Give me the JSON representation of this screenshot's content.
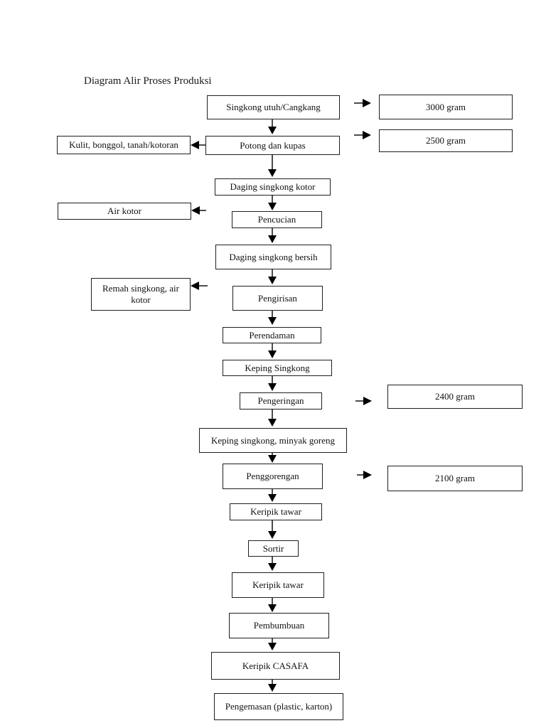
{
  "page": {
    "background": "#ffffff",
    "box_border_color": "#1f1f1f",
    "text_color": "#111111",
    "arrow_color": "#000000"
  },
  "diagram": {
    "title": "Diagram Alir Proses Produksi",
    "process_nodes": [
      {
        "id": "singkong-utuh",
        "label": "Singkong utuh/Cangkang"
      },
      {
        "id": "potong-dan-kupas",
        "label": "Potong dan kupas"
      },
      {
        "id": "daging-singkong-kotor",
        "label": "Daging singkong kotor"
      },
      {
        "id": "pencucian",
        "label": "Pencucian"
      },
      {
        "id": "daging-singkong-bersih",
        "label": "Daging singkong bersih"
      },
      {
        "id": "pengirisan",
        "label": "Pengirisan"
      },
      {
        "id": "perendaman",
        "label": "Perendaman"
      },
      {
        "id": "keping-singkong",
        "label": "Keping Singkong"
      },
      {
        "id": "pengeringan",
        "label": "Pengeringan"
      },
      {
        "id": "keping-singkong-minyak-goreng",
        "label": "Keping singkong, minyak goreng"
      },
      {
        "id": "penggorengan",
        "label": "Penggorengan"
      },
      {
        "id": "keripik-tawar-1",
        "label": "Keripik tawar"
      },
      {
        "id": "sortir",
        "label": "Sortir"
      },
      {
        "id": "keripik-tawar-2",
        "label": "Keripik tawar"
      },
      {
        "id": "pembumbuan",
        "label": "Pembumbuan"
      },
      {
        "id": "keripik-casafa",
        "label": "Keripik CASAFA"
      },
      {
        "id": "pengemasan",
        "label": "Pengemasan (plastic, karton)"
      }
    ],
    "byproduct_nodes": [
      {
        "id": "kulit-bonggol",
        "label": "Kulit, bonggol, tanah/kotoran"
      },
      {
        "id": "air-kotor",
        "label": "Air kotor"
      },
      {
        "id": "remah-singkong",
        "label": "Remah singkong, air kotor"
      }
    ],
    "weight_nodes": [
      {
        "id": "gram-3000",
        "label": "3000 gram"
      },
      {
        "id": "gram-2500",
        "label": "2500 gram"
      },
      {
        "id": "gram-2400",
        "label": "2400 gram"
      },
      {
        "id": "gram-2100",
        "label": "2100 gram"
      }
    ],
    "side_output_edges": [
      {
        "from": "Potong dan kupas",
        "to": "Kulit, bonggol, tanah/kotoran",
        "direction": "left"
      },
      {
        "from": "Pencucian",
        "to": "Air kotor",
        "direction": "left"
      },
      {
        "from": "Pengirisan",
        "to": "Remah singkong, air kotor",
        "direction": "left"
      }
    ],
    "weight_marker_edges": [
      {
        "at": "Singkong utuh/Cangkang",
        "to": "3000 gram",
        "direction": "right"
      },
      {
        "at": "Potong dan kupas",
        "to": "2500 gram",
        "direction": "right"
      },
      {
        "at": "Pengeringan",
        "to": "2400 gram",
        "direction": "right"
      },
      {
        "at": "Penggorengan",
        "to": "2100 gram",
        "direction": "right"
      }
    ]
  }
}
